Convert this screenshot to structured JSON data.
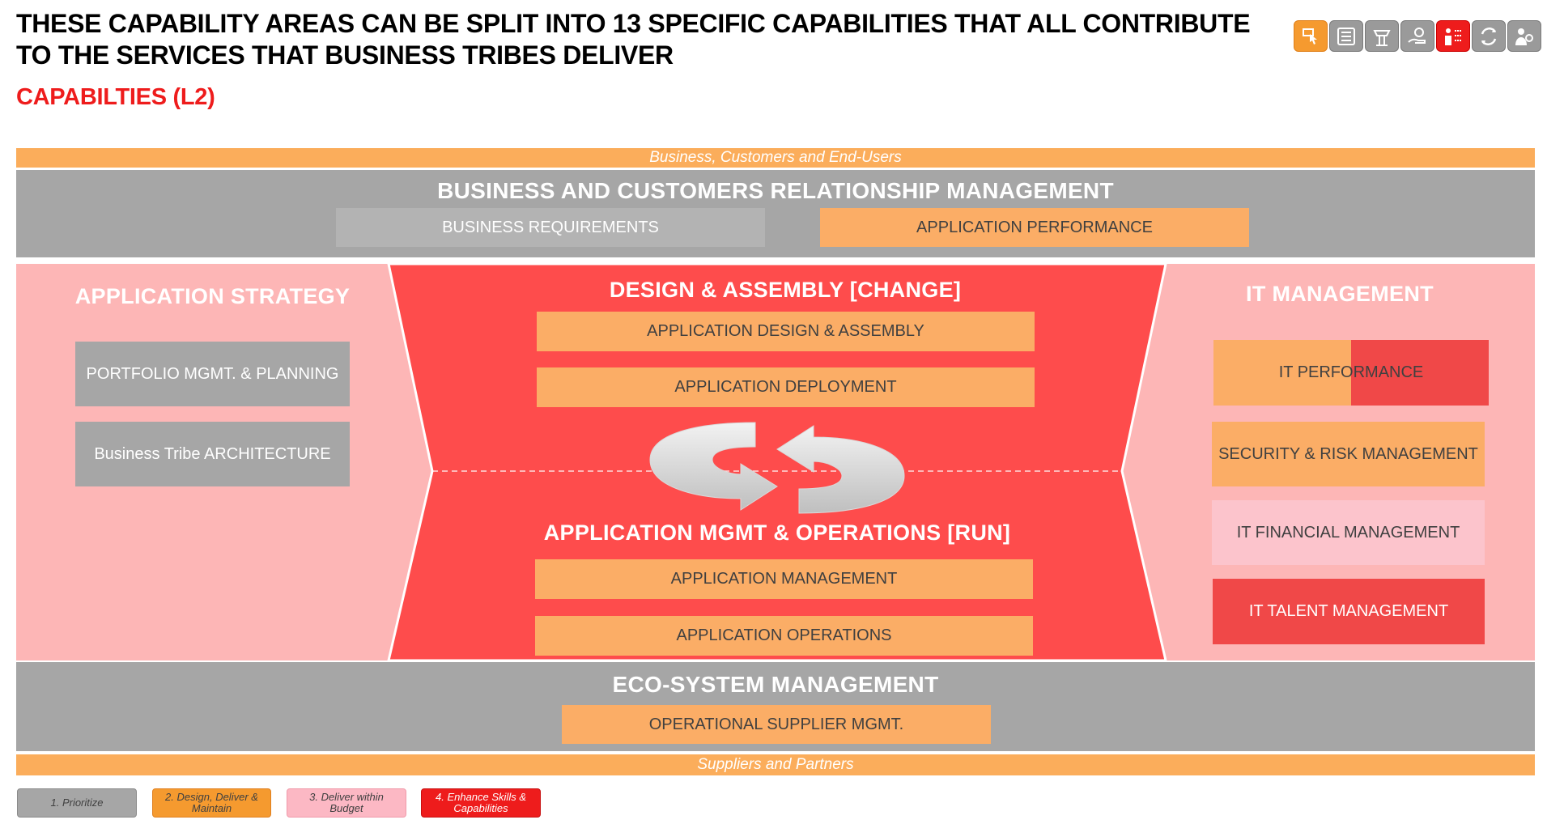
{
  "header": {
    "title": "THESE CAPABILITY AREAS CAN BE SPLIT INTO 13 SPECIFIC CAPABILITIES THAT ALL CONTRIBUTE TO THE SERVICES THAT BUSINESS TRIBES DELIVER",
    "subtitle": "CAPABILTIES (L2)"
  },
  "nav_icons": [
    {
      "name": "touch-hand-icon",
      "color": "#f59a2f"
    },
    {
      "name": "list-icon",
      "color": "#9a9a9a"
    },
    {
      "name": "control-tower-icon",
      "color": "#9a9a9a"
    },
    {
      "name": "hand-gear-icon",
      "color": "#9a9a9a"
    },
    {
      "name": "person-checklist-icon",
      "color": "#ee1c1c"
    },
    {
      "name": "cycle-arrows-icon",
      "color": "#9a9a9a"
    },
    {
      "name": "person-gear-icon",
      "color": "#9a9a9a"
    }
  ],
  "diagram": {
    "top_band": "Business, Customers and End-Users",
    "bottom_band": "Suppliers and Partners",
    "relationship": {
      "title": "BUSINESS AND CUSTOMERS RELATIONSHIP MANAGEMENT",
      "items": [
        "BUSINESS REQUIREMENTS",
        "APPLICATION PERFORMANCE"
      ]
    },
    "strategy": {
      "title": "APPLICATION STRATEGY",
      "items": [
        "PORTFOLIO MGMT. & PLANNING",
        "Business Tribe ARCHITECTURE"
      ]
    },
    "change": {
      "title": "DESIGN & ASSEMBLY [CHANGE]",
      "items": [
        "APPLICATION DESIGN & ASSEMBLY",
        "APPLICATION DEPLOYMENT"
      ]
    },
    "run": {
      "title": "APPLICATION MGMT & OPERATIONS [RUN]",
      "items": [
        "APPLICATION MANAGEMENT",
        "APPLICATION OPERATIONS"
      ]
    },
    "it_management": {
      "title": "IT  MANAGEMENT",
      "items": [
        "IT PERFORMANCE",
        "SECURITY & RISK MANAGEMENT",
        "IT FINANCIAL MANAGEMENT",
        "IT TALENT MANAGEMENT"
      ]
    },
    "ecosystem": {
      "title": "ECO-SYSTEM MANAGEMENT",
      "items": [
        "OPERATIONAL SUPPLIER MGMT."
      ]
    }
  },
  "legend": [
    {
      "label": "1. Prioritize",
      "color": "#a6a6a6"
    },
    {
      "label": "2. Design, Deliver & Maintain",
      "color": "#f59a2f"
    },
    {
      "label": "3. Deliver within Budget",
      "color": "#fcb8c4"
    },
    {
      "label": "4. Enhance Skills & Capabilities",
      "color": "#ee1c1c"
    }
  ],
  "colors": {
    "accent_red": "#ee1c1c",
    "accent_orange": "#fbad5b",
    "grey": "#a6a6a6",
    "light_pink": "#fdb6b6",
    "core_red": "#fe4c4c"
  }
}
